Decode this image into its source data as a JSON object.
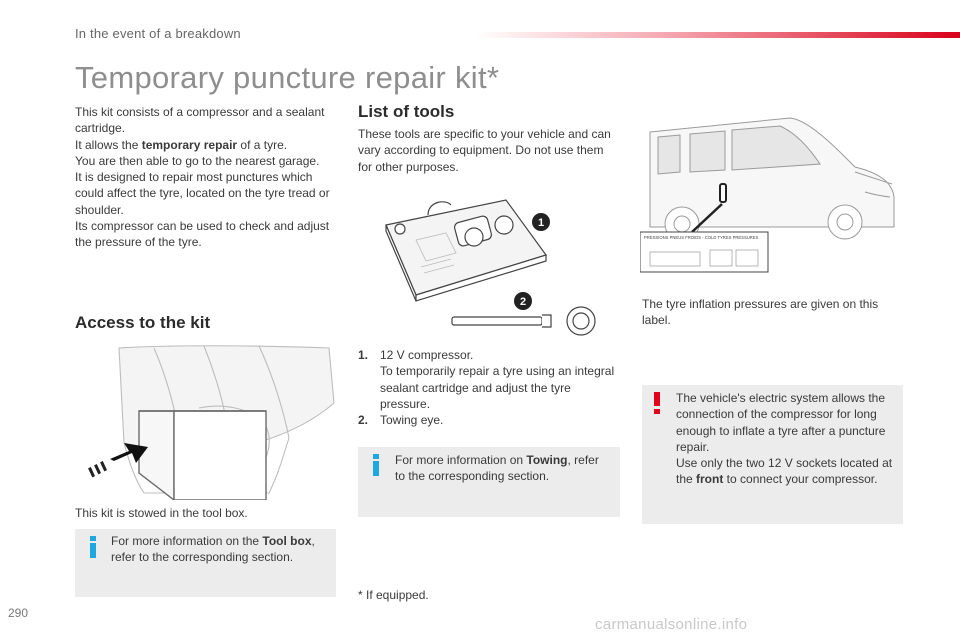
{
  "header": {
    "section": "In the event of a breakdown",
    "accent_color": "#e2001a"
  },
  "title": "Temporary puncture repair kit*",
  "intro": {
    "line1": "This kit consists of a compressor and a sealant cartridge.",
    "line2_pre": "It allows the ",
    "line2_bold": "temporary repair",
    "line2_post": " of a tyre.",
    "line3": "You are then able to go to the nearest garage.",
    "line4": "It is designed to repair most punctures which could affect the tyre, located on the tyre tread or shoulder.",
    "line5": "Its compressor can be used to check and adjust the pressure of the tyre."
  },
  "access": {
    "heading": "Access to the kit",
    "caption": "This kit is stowed in the tool box.",
    "info_pre": "For more information on the ",
    "info_bold": "Tool box",
    "info_post": ", refer to the corresponding section."
  },
  "tools": {
    "heading": "List of tools",
    "desc": "These tools are specific to your vehicle and can vary according to equipment. Do not use them for other purposes.",
    "callout1": "1",
    "callout2": "2",
    "items": [
      {
        "num": "1.",
        "text1": "12 V compressor.",
        "text2": "To temporarily repair a tyre using an integral sealant cartridge and adjust the tyre pressure."
      },
      {
        "num": "2.",
        "text1": "Towing eye."
      }
    ],
    "info_pre": "For more information on ",
    "info_bold": "Towing",
    "info_post": ", refer to the corresponding section."
  },
  "footnote": "* If equipped.",
  "pressure": {
    "caption": "The tyre inflation pressures are given on this label.",
    "label_text": "PRESSIONS PNEUS FROIDS - COLD TYRES PRESSURES"
  },
  "warning": {
    "line1": "The vehicle's electric system allows the connection of the compressor for long enough to inflate a tyre after a puncture repair.",
    "line2_pre": "Use only the two 12 V sockets located at the ",
    "line2_bold": "front",
    "line2_post": " to connect your compressor.",
    "icon_color": "#e2001a"
  },
  "info_icon_color": "#1ea7e1",
  "page_number": "290",
  "watermark": "carmanualsonline.info"
}
